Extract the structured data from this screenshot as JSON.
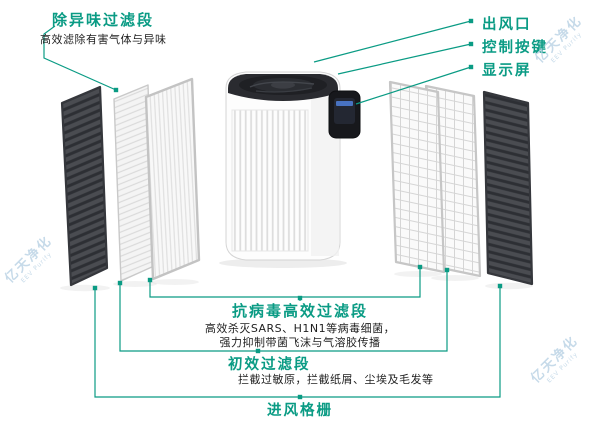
{
  "colors": {
    "accent": "#0a9b84",
    "text": "#1f1f1f",
    "watermark": "#b9d2e4"
  },
  "callouts": {
    "odor_filter": {
      "title": "除异味过滤段",
      "desc": "高效滤除有害气体与异味"
    },
    "air_outlet": {
      "title": "出风口"
    },
    "control_buttons": {
      "title": "控制按键"
    },
    "display_screen": {
      "title": "显示屏"
    },
    "antivirus_filter": {
      "title": "抗病毒高效过滤段",
      "desc_line1": "高效杀灭SARS、H1N1等病毒细菌，",
      "desc_line2": "强力抑制带菌飞沫与气溶胶传播"
    },
    "primary_filter": {
      "title": "初效过滤段",
      "desc": "拦截过敏原，拦截纸屑、尘埃及毛发等"
    },
    "inlet_grille": {
      "title": "进风格栅"
    }
  },
  "watermark": {
    "brand": "亿天净化",
    "sub": "EEV Purify"
  }
}
